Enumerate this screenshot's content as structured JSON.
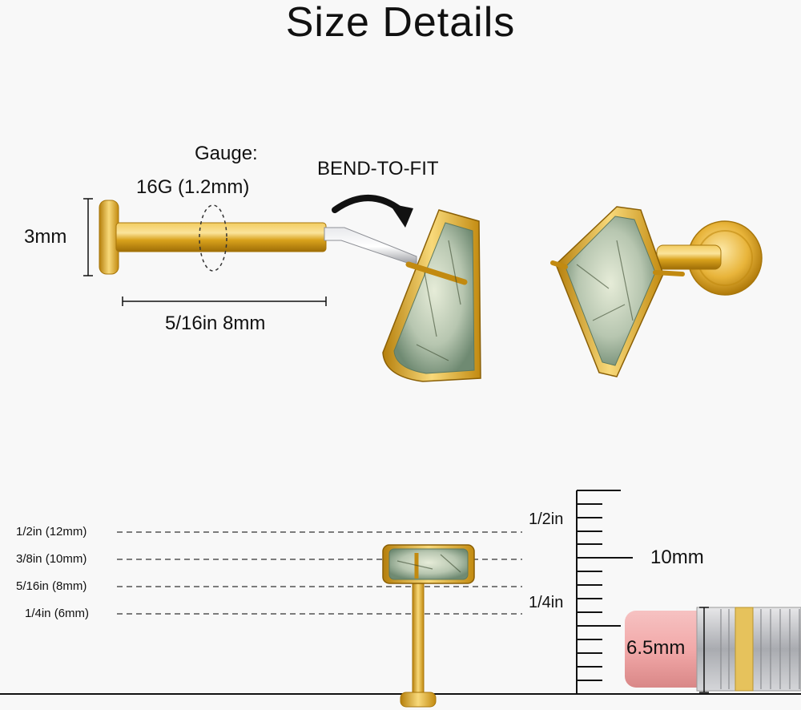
{
  "title": "Size Details",
  "top_diagram": {
    "gauge_label": "Gauge:",
    "gauge_value": "16G (1.2mm)",
    "bend_label": "BEND-TO-FIT",
    "disc_height": "3mm",
    "bar_length": "5/16in 8mm"
  },
  "size_chart": {
    "lines": [
      {
        "label": "1/2in (12mm)"
      },
      {
        "label": "3/8in (10mm)"
      },
      {
        "label": "5/16in (8mm)"
      },
      {
        "label": "1/4in (6mm)"
      }
    ],
    "ruler_half": "1/2in",
    "ruler_mm": "10mm",
    "ruler_quarter": "1/4in",
    "eraser_size": "6.5mm"
  },
  "colors": {
    "gold": "#d9a21c",
    "gold_dark": "#a8760a",
    "gold_light": "#f5d67a",
    "stone": "#9fb3a0",
    "silver": "#c9cbd0",
    "eraser": "#ef9f9f"
  }
}
